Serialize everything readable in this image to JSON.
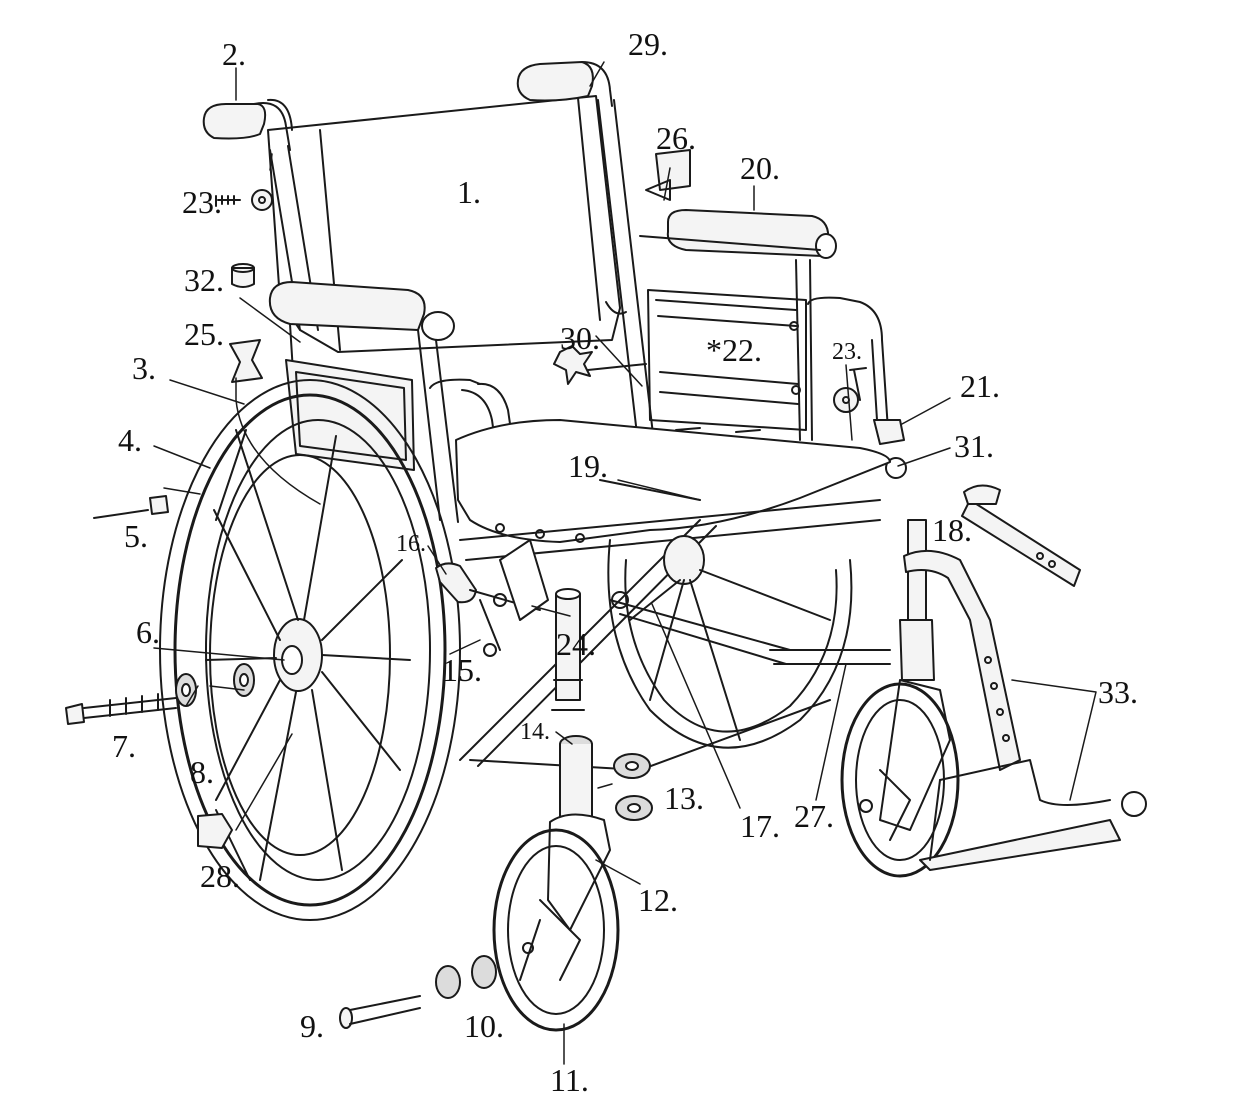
{
  "diagram": {
    "labels": {
      "l1": "1.",
      "l2": "2.",
      "l3": "3.",
      "l4": "4.",
      "l5": "5.",
      "l6": "6.",
      "l7": "7.",
      "l8": "8.",
      "l9": "9.",
      "l10": "10.",
      "l11": "11.",
      "l12": "12.",
      "l13": "13.",
      "l14": "14.",
      "l15": "15.",
      "l16": "16.",
      "l17": "17.",
      "l18": "18.",
      "l19": "19.",
      "l20": "20.",
      "l21": "21.",
      "l22": "*22.",
      "l23a": "23.",
      "l23b": "23.",
      "l24": "24.",
      "l25": "25.",
      "l26": "26.",
      "l27": "27.",
      "l28": "28.",
      "l29": "29.",
      "l30": "30.",
      "l31": "31.",
      "l32": "32.",
      "l33": "33."
    },
    "colors": {
      "line": "#1a1a1a",
      "background": "#ffffff",
      "fill": "#f4f4f4",
      "shade": "#dcdcdc"
    }
  }
}
